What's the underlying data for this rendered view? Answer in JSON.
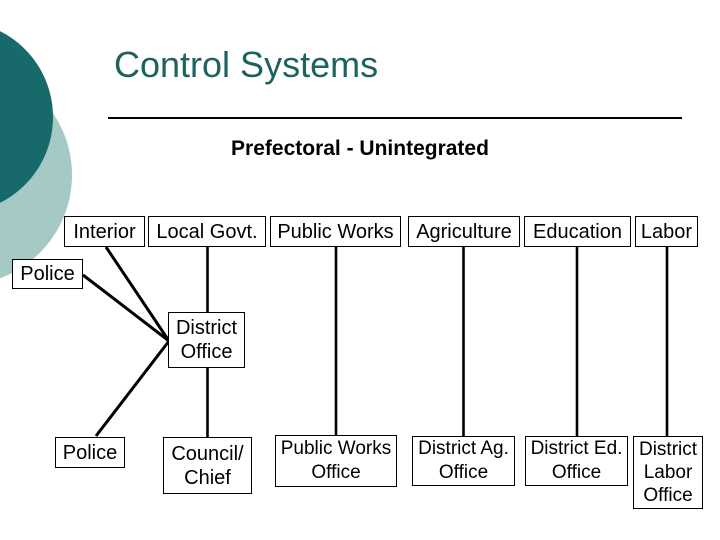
{
  "slide": {
    "title": "Control Systems",
    "subtitle": "Prefectoral - Unintegrated"
  },
  "colors": {
    "title_teal": "#1E6260",
    "circle_dark_teal": "#17696A",
    "circle_light_teal": "#A5C9C5",
    "line_color": "#000000"
  },
  "diagram": {
    "ministries": [
      {
        "label": "Interior"
      },
      {
        "label": "Local Govt."
      },
      {
        "label": "Public Works"
      },
      {
        "label": "Agriculture"
      },
      {
        "label": "Education"
      },
      {
        "label": "Labor"
      }
    ],
    "field_units": {
      "police_upper": {
        "label": "Police"
      },
      "district_office": {
        "label": "District Office"
      },
      "police_lower": {
        "label": "Police"
      },
      "council_chief": {
        "label": "Council/ Chief"
      },
      "public_works_office": {
        "label": "Public Works Office"
      },
      "district_ag_office": {
        "label": "District Ag. Office"
      },
      "district_ed_office": {
        "label": "District Ed. Office"
      },
      "district_labor_office": {
        "label": "District Labor Office"
      }
    }
  }
}
